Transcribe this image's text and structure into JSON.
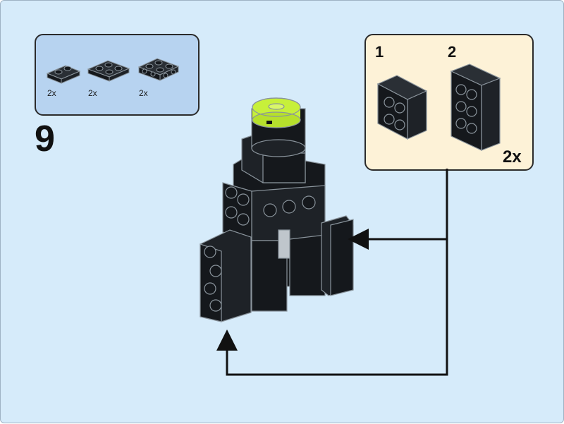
{
  "instruction_page": {
    "step_number": "9",
    "colors": {
      "background": "#d6ebfa",
      "parts_panel": "#b7d3f0",
      "callout_panel": "#fdf2d7",
      "brick_black": "#15181c",
      "brick_outline": "#8a949c",
      "lime_accent": "#c7f03a"
    },
    "parts_list": [
      {
        "part": "plate-1x2",
        "quantity": "2x"
      },
      {
        "part": "plate-2x2",
        "quantity": "2x"
      },
      {
        "part": "plate-2x2-side-studs",
        "quantity": "2x"
      }
    ],
    "callout": {
      "substeps": [
        {
          "label": "1"
        },
        {
          "label": "2"
        }
      ],
      "multiplier": "2x"
    }
  }
}
